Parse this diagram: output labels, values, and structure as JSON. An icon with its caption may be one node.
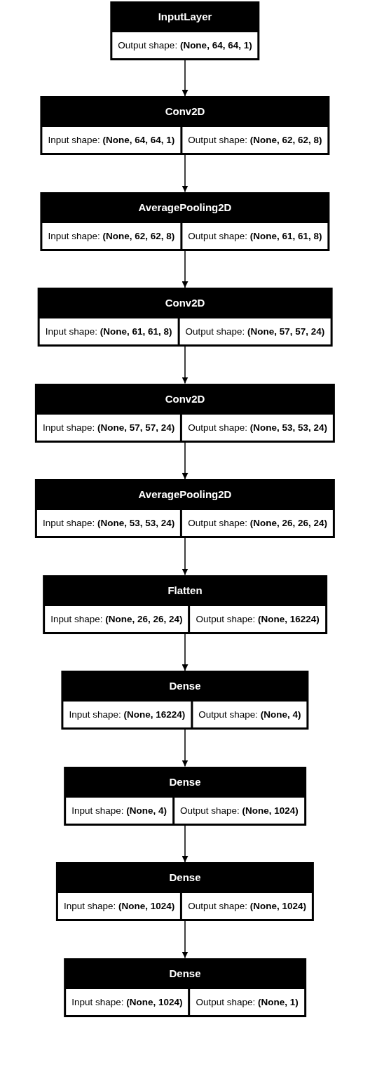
{
  "diagram": {
    "nodes": [
      {
        "text": [
          "InputLayer"
        ]
      },
      {
        "text": [
          "Output shape: **(None, 64, 64, 1)**"
        ],
        "in": 0
      },
      {
        "text": [
          "Conv2D"
        ]
      },
      {
        "text": [
          "Input shape: **(None, 64, 64, 1)**"
        ],
        "in": 2
      },
      {
        "text": [
          "Output shape: **(None, 62, 62, 8)**"
        ],
        "in": 2
      },
      {
        "text": [
          "AveragePooling2D"
        ]
      },
      {
        "text": [
          "Input shape: **(None, 62, 62, 8)**"
        ],
        "in": 5
      },
      {
        "text": [
          "Output shape: **(None, 61, 61, 8)**"
        ],
        "in": 5
      },
      {
        "text": [
          "Conv2D"
        ]
      },
      {
        "text": [
          "Input shape: **(None, 61, 61, 8)**"
        ],
        "in": 8
      },
      {
        "text": [
          "Output shape: **(None, 57, 57, 24)**"
        ],
        "in": 8
      },
      {
        "text": [
          "Conv2D"
        ]
      },
      {
        "text": [
          "Input shape: **(None, 57, 57, 24)**"
        ],
        "in": 11
      },
      {
        "text": [
          "Output shape: **(None, 53, 53, 24)**"
        ],
        "in": 11
      },
      {
        "text": [
          "AveragePooling2D"
        ]
      },
      {
        "text": [
          "Input shape: **(None, 53, 53, 24)**"
        ],
        "in": 14
      },
      {
        "text": [
          "Output shape: **(None, 26, 26, 24)**"
        ],
        "in": 14
      },
      {
        "text": [
          "Flatten"
        ]
      },
      {
        "text": [
          "Input shape: **(None, 26, 26, 24)**"
        ],
        "in": 17
      },
      {
        "text": [
          "Output shape: **(None, 16224)**"
        ],
        "in": 17
      },
      {
        "text": [
          "Dense"
        ]
      },
      {
        "text": [
          "Input shape: **(None, 16224)**"
        ],
        "in": 20
      },
      {
        "text": [
          "Output shape: **(None, 4)**"
        ],
        "in": 20
      },
      {
        "text": [
          "Dense"
        ]
      },
      {
        "text": [
          "Input shape: **(None, 4)**"
        ],
        "in": 23
      },
      {
        "text": [
          "Output shape: **(None, 1024)**"
        ],
        "in": 23
      },
      {
        "text": [
          "Dense"
        ]
      },
      {
        "text": [
          "Input shape: **(None, 1024)**"
        ],
        "in": 26
      },
      {
        "text": [
          "Output shape: **(None, 1024)**"
        ],
        "in": 26
      },
      {
        "text": [
          "Dense"
        ]
      },
      {
        "text": [
          "Input shape: **(None, 1024)**"
        ],
        "in": 29
      },
      {
        "text": [
          "Output shape: **(None, 1)**"
        ],
        "in": 29
      }
    ],
    "edges": [
      {
        "from": 0,
        "to": 2,
        "arrow": "to"
      },
      {
        "from": 2,
        "to": 5,
        "arrow": "to"
      },
      {
        "from": 5,
        "to": 8,
        "arrow": "to"
      },
      {
        "from": 8,
        "to": 11,
        "arrow": "to"
      },
      {
        "from": 11,
        "to": 14,
        "arrow": "to"
      },
      {
        "from": 14,
        "to": 17,
        "arrow": "to"
      },
      {
        "from": 17,
        "to": 20,
        "arrow": "to"
      },
      {
        "from": 20,
        "to": 23,
        "arrow": "to"
      },
      {
        "from": 23,
        "to": 26,
        "arrow": "to"
      },
      {
        "from": 26,
        "to": 29,
        "arrow": "to"
      }
    ]
  }
}
